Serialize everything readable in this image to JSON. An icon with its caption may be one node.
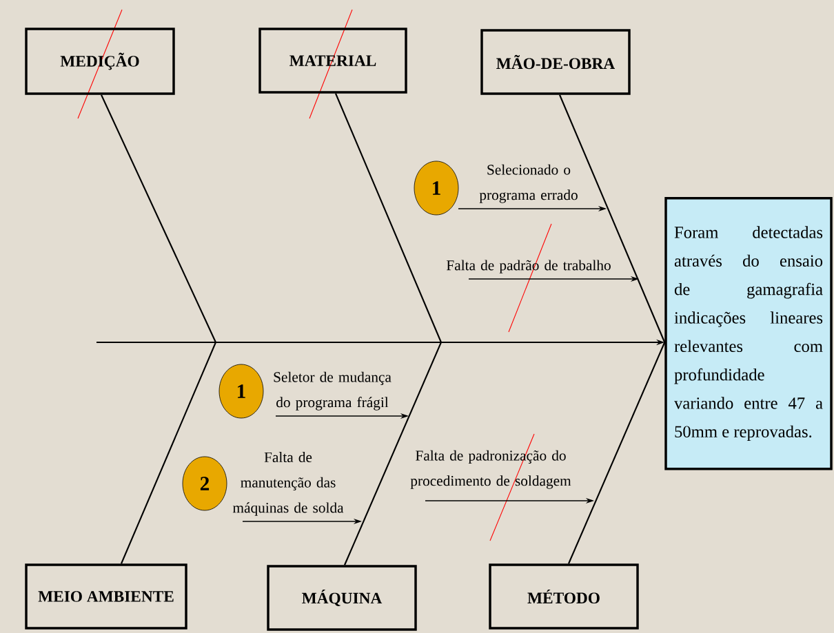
{
  "diagram": {
    "nodes": [
      {
        "text": [
          "MEDIÇÃO"
        ]
      },
      {
        "text": [
          "MATERIAL"
        ]
      },
      {
        "text": [
          "MÃO-DE-OBRA"
        ]
      },
      {
        "text": [
          "1"
        ]
      },
      {
        "text": [
          "Selecionado o programa errado"
        ]
      },
      {
        "text": [
          "Falta de padrão de trabalho"
        ]
      },
      {
        "text": [
          "Foram detectadas através do ensaio de gamagrafia indicações lineares relevantes com profundidade variando entre 47 a 50mm e reprovadas."
        ]
      },
      {
        "text": [
          "1"
        ]
      },
      {
        "text": [
          "Seletor de mudança do programa frágil"
        ]
      },
      {
        "text": [
          "2"
        ]
      },
      {
        "text": [
          "Falta de manutenção das máquinas de solda"
        ]
      },
      {
        "text": [
          "Falta de padronização do procedimento de soldagem"
        ]
      },
      {
        "text": [
          "MEIO AMBIENTE"
        ]
      },
      {
        "text": [
          "MÁQUINA"
        ]
      },
      {
        "text": [
          "MÉTODO"
        ]
      }
    ],
    "edges": [
      {
        "from": 0,
        "to": null,
        "arrow": "none"
      },
      {
        "from": 1,
        "to": null,
        "arrow": "none"
      },
      {
        "from": 2,
        "to": 6,
        "arrow": "none"
      },
      {
        "from": 12,
        "to": null,
        "arrow": "none"
      },
      {
        "from": 13,
        "to": null,
        "arrow": "none"
      },
      {
        "from": 14,
        "to": 6,
        "arrow": "none"
      },
      {
        "from": null,
        "to": 6,
        "arrow": "to"
      },
      {
        "from": 4,
        "to": null,
        "arrow": "to"
      },
      {
        "from": 5,
        "to": null,
        "arrow": "to"
      },
      {
        "from": 8,
        "to": null,
        "arrow": "to"
      },
      {
        "from": 10,
        "to": null,
        "arrow": "to"
      },
      {
        "from": 11,
        "to": null,
        "arrow": "to"
      }
    ]
  }
}
